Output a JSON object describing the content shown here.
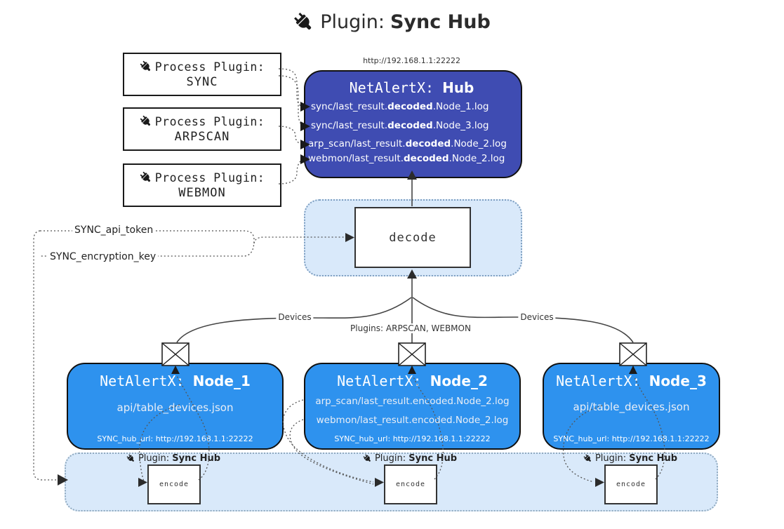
{
  "title": {
    "prefix": "Plugin: ",
    "bold": "Sync Hub"
  },
  "process_plugins": {
    "heading": "Process Plugin:",
    "items": [
      {
        "name": "SYNC"
      },
      {
        "name": "ARPSCAN"
      },
      {
        "name": "WEBMON"
      }
    ]
  },
  "hub": {
    "url_caption": "http://192.168.1.1:22222",
    "title_prefix": "NetAlertX: ",
    "title_bold": "Hub",
    "logs": [
      {
        "pre": "sync/last_result.",
        "bold": "decoded",
        "post": ".Node_1.log"
      },
      {
        "pre": "sync/last_result.",
        "bold": "decoded",
        "post": ".Node_3.log"
      },
      {
        "pre": "arp_scan/last_result.",
        "bold": "decoded",
        "post": ".Node_2.log"
      },
      {
        "pre": "webmon/last_result.",
        "bold": "decoded",
        "post": ".Node_2.log"
      }
    ]
  },
  "decode_box": {
    "label": "decode"
  },
  "config_labels": {
    "api_token": "SYNC_api_token",
    "encryption_key": "SYNC_encryption_key"
  },
  "edge_labels": {
    "devices_left": "Devices",
    "plugins_middle": "Plugins: ARPSCAN, WEBMON",
    "devices_right": "Devices"
  },
  "nodes": [
    {
      "title_prefix": "NetAlertX: ",
      "title_bold": "Node_1",
      "files": [
        "api/table_devices.json"
      ],
      "hub_url": "SYNC_hub_url: http://192.168.1.1:22222"
    },
    {
      "title_prefix": "NetAlertX: ",
      "title_bold": "Node_2",
      "files": [
        "arp_scan/last_result.encoded.Node_2.log",
        "webmon/last_result.encoded.Node_2.log"
      ],
      "hub_url": "SYNC_hub_url: http://192.168.1.1:22222"
    },
    {
      "title_prefix": "NetAlertX: ",
      "title_bold": "Node_3",
      "files": [
        "api/table_devices.json"
      ],
      "hub_url": "SYNC_hub_url: http://192.168.1.1:22222"
    }
  ],
  "sync_plugin_label": {
    "prefix": "Plugin: ",
    "bold": "Sync Hub"
  },
  "encode_box": {
    "label": "encode"
  },
  "colors": {
    "hub_fill": "#3f4cb2",
    "node_fill": "#2e92ee",
    "panel_fill": "#d9e9fa",
    "line": "#444444"
  }
}
